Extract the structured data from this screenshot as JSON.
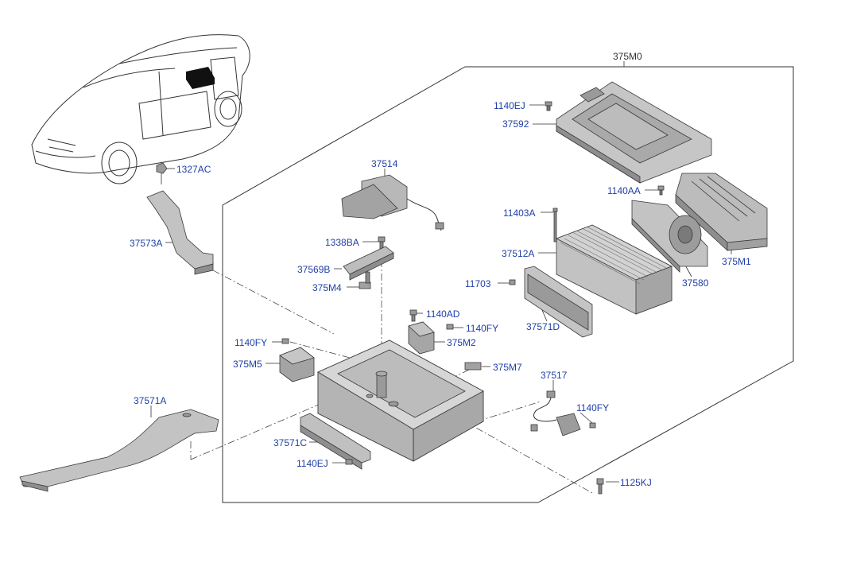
{
  "colors": {
    "label": "#1f3fa6",
    "leader": "#333333",
    "part_fill": "#b9b9b9",
    "part_dark": "#8e8e8e",
    "frame": "#333333"
  },
  "labels": {
    "p375M0": "375M0",
    "p1140EJ_top": "1140EJ",
    "p37592": "37592",
    "p1140AA": "1140AA",
    "p375M1": "375M1",
    "p11403A": "11403A",
    "p37512A": "37512A",
    "p11703": "11703",
    "p37580": "37580",
    "p37571D": "37571D",
    "p37514": "37514",
    "p1338BA": "1338BA",
    "p37569B": "37569B",
    "p375M4": "375M4",
    "p1140AD": "1140AD",
    "p1140FY_mid": "1140FY",
    "p375M2": "375M2",
    "p1140FY_left": "1140FY",
    "p375M5": "375M5",
    "p375M7": "375M7",
    "p37517": "37517",
    "p1140FY_right": "1140FY",
    "p37571A": "37571A",
    "p37571C": "37571C",
    "p1140EJ_bottom": "1140EJ",
    "p1125KJ": "1125KJ",
    "p1327AC": "1327AC",
    "p37573A": "37573A"
  }
}
